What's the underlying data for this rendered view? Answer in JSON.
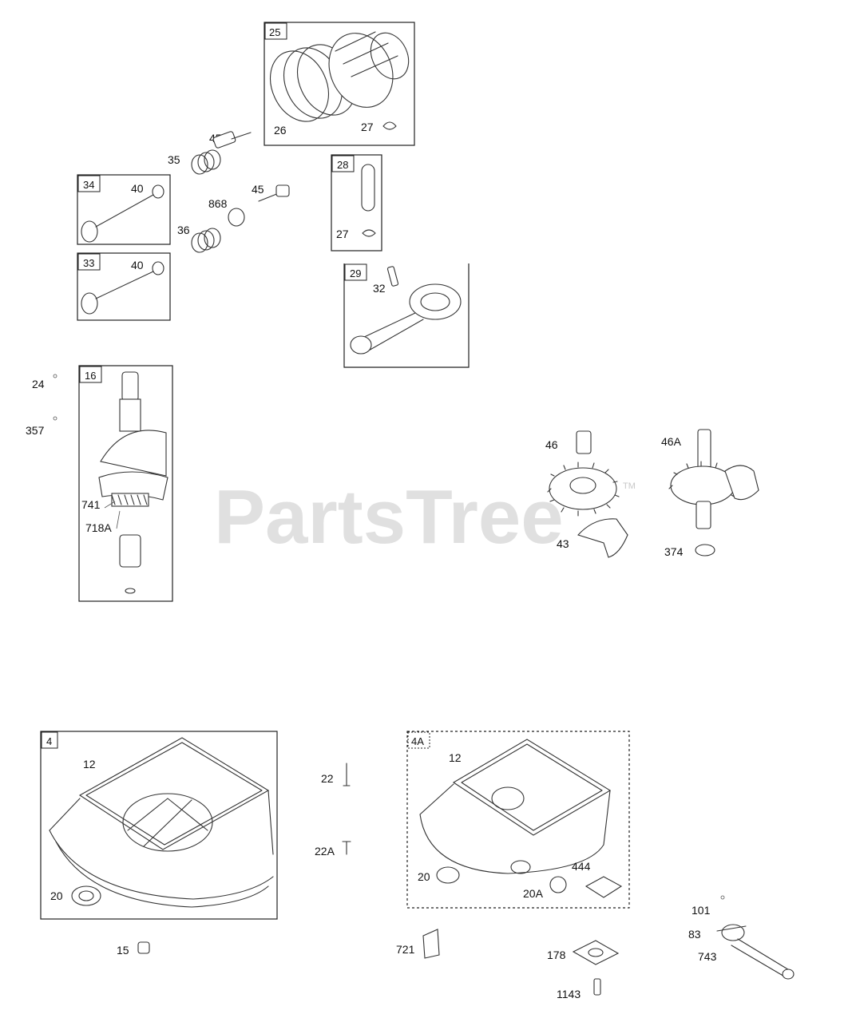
{
  "watermark": {
    "text": "PartsTree",
    "trademark": "TM"
  },
  "boxes": {
    "b25": "25",
    "b28": "28",
    "b34": "34",
    "b33": "33",
    "b29": "29",
    "b16": "16",
    "b4": "4",
    "b4a": "4A"
  },
  "labels": {
    "l26": "26",
    "l27a": "27",
    "l45a": "45",
    "l35": "35",
    "l40a": "40",
    "l868": "868",
    "l45b": "45",
    "l27b": "27",
    "l36": "36",
    "l40b": "40",
    "l32": "32",
    "l24": "24",
    "l357": "357",
    "l741": "741",
    "l718a": "718A",
    "l46": "46",
    "l46a": "46A",
    "l43": "43",
    "l374": "374",
    "l12a": "12",
    "l20a": "20",
    "l22": "22",
    "l22a": "22A",
    "l12b": "12",
    "l20b": "20",
    "l20c": "20A",
    "l444": "444",
    "l15": "15",
    "l721": "721",
    "l178": "178",
    "l1143": "1143",
    "l101": "101",
    "l83": "83",
    "l743": "743"
  }
}
